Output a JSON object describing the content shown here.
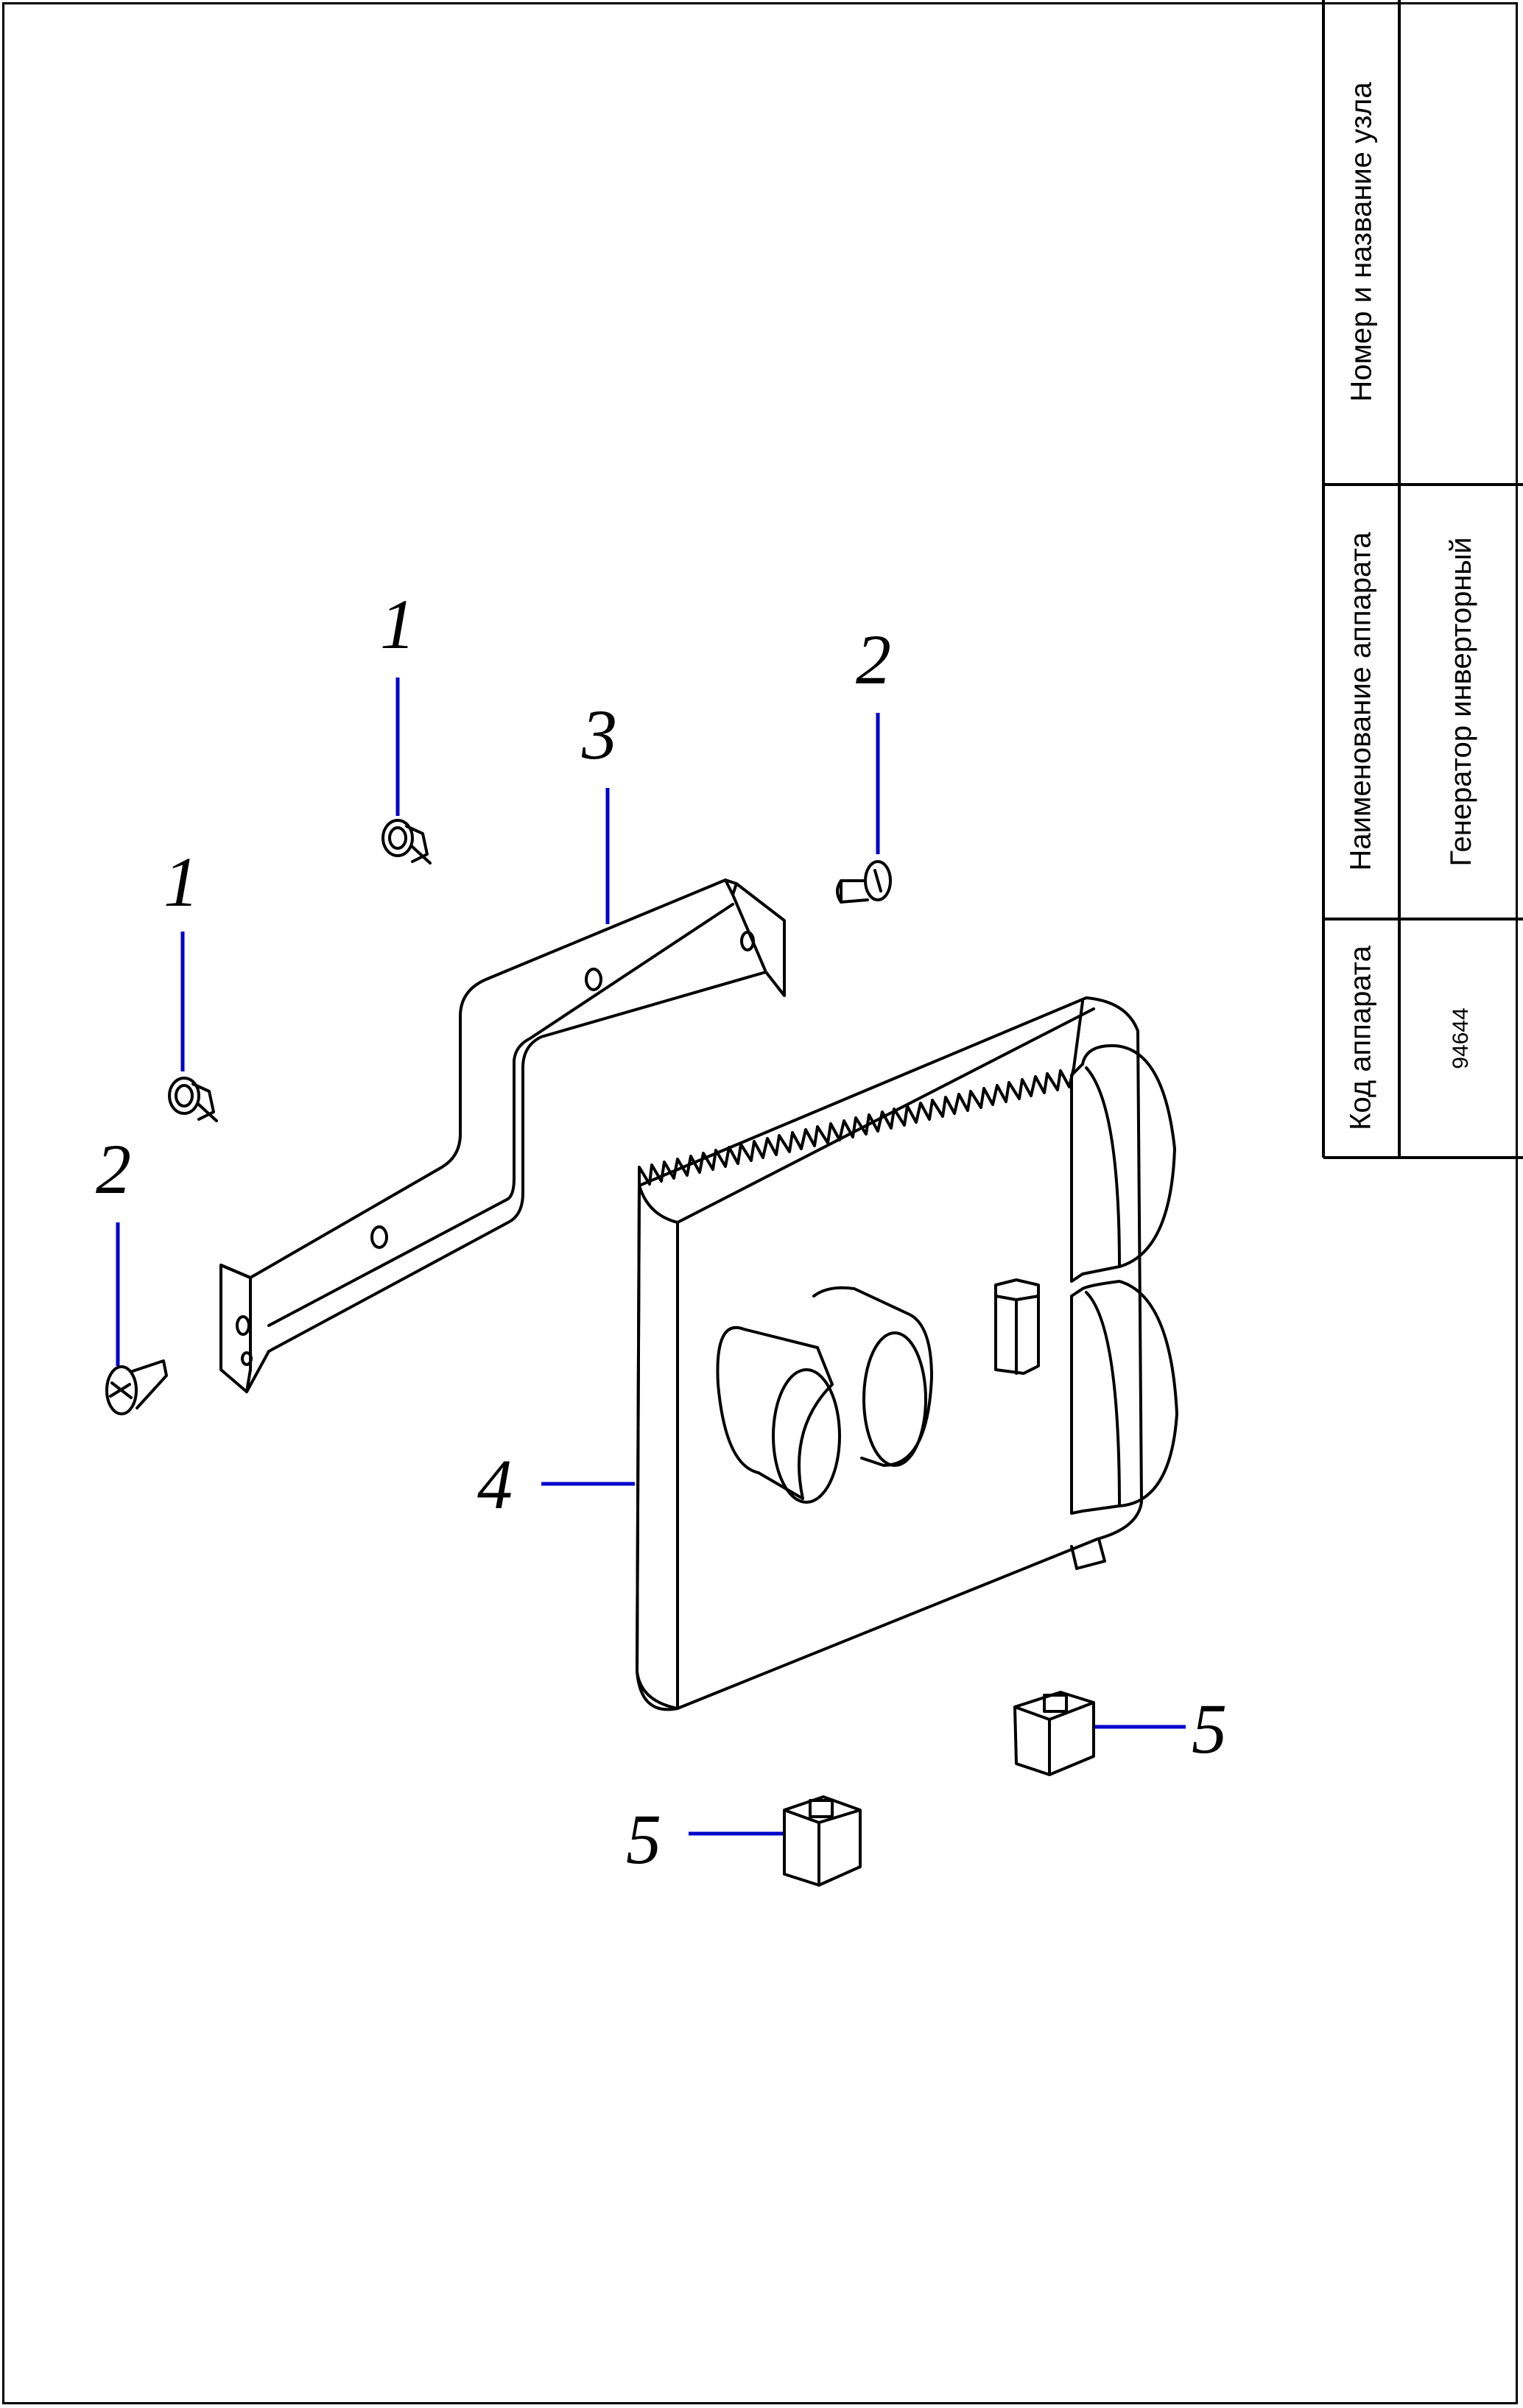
{
  "title_block": {
    "node_header": "Номер и название узла",
    "node_value": "",
    "device_name_header": "Наименование аппарата",
    "device_name_value": "Генератор инверторный",
    "device_code_header": "Код аппарата",
    "device_code_value": "94644"
  },
  "callouts": {
    "c1a": "1",
    "c1b": "1",
    "c2a": "2",
    "c2b": "2",
    "c3": "3",
    "c4": "4",
    "c5a": "5",
    "c5b": "5"
  },
  "colors": {
    "line": "#000000",
    "leader": "#0000cc"
  }
}
